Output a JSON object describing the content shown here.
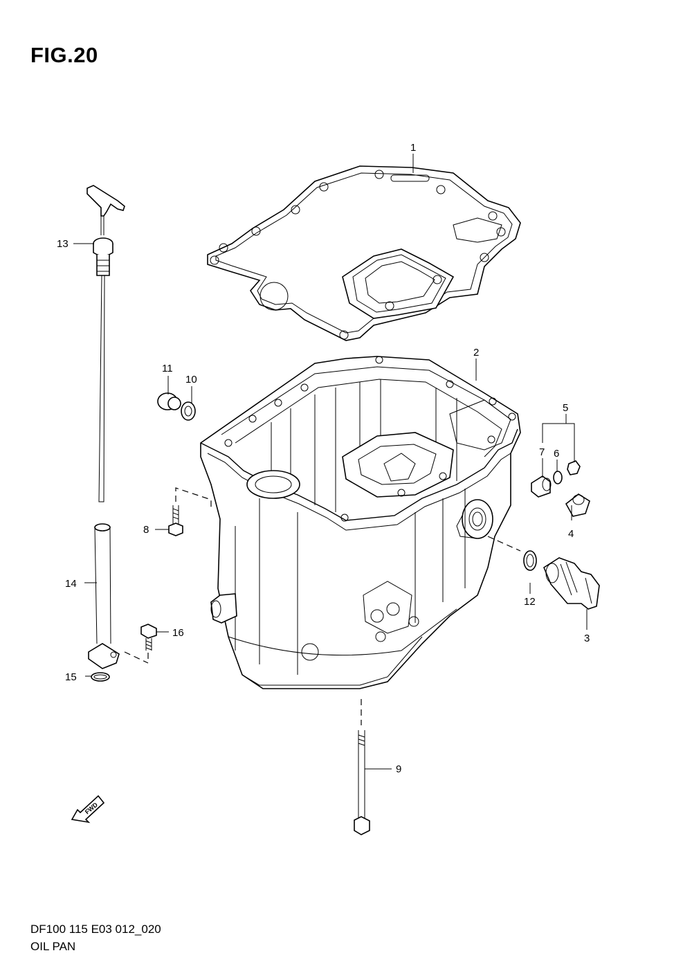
{
  "figure": {
    "title": "FIG.20",
    "code": "DF100 115 E03 012_020",
    "name": "OIL PAN"
  },
  "fwd_label": "FWD",
  "callouts": [
    "1",
    "2",
    "3",
    "4",
    "5",
    "6",
    "7",
    "8",
    "9",
    "10",
    "11",
    "12",
    "13",
    "14",
    "15",
    "16"
  ]
}
